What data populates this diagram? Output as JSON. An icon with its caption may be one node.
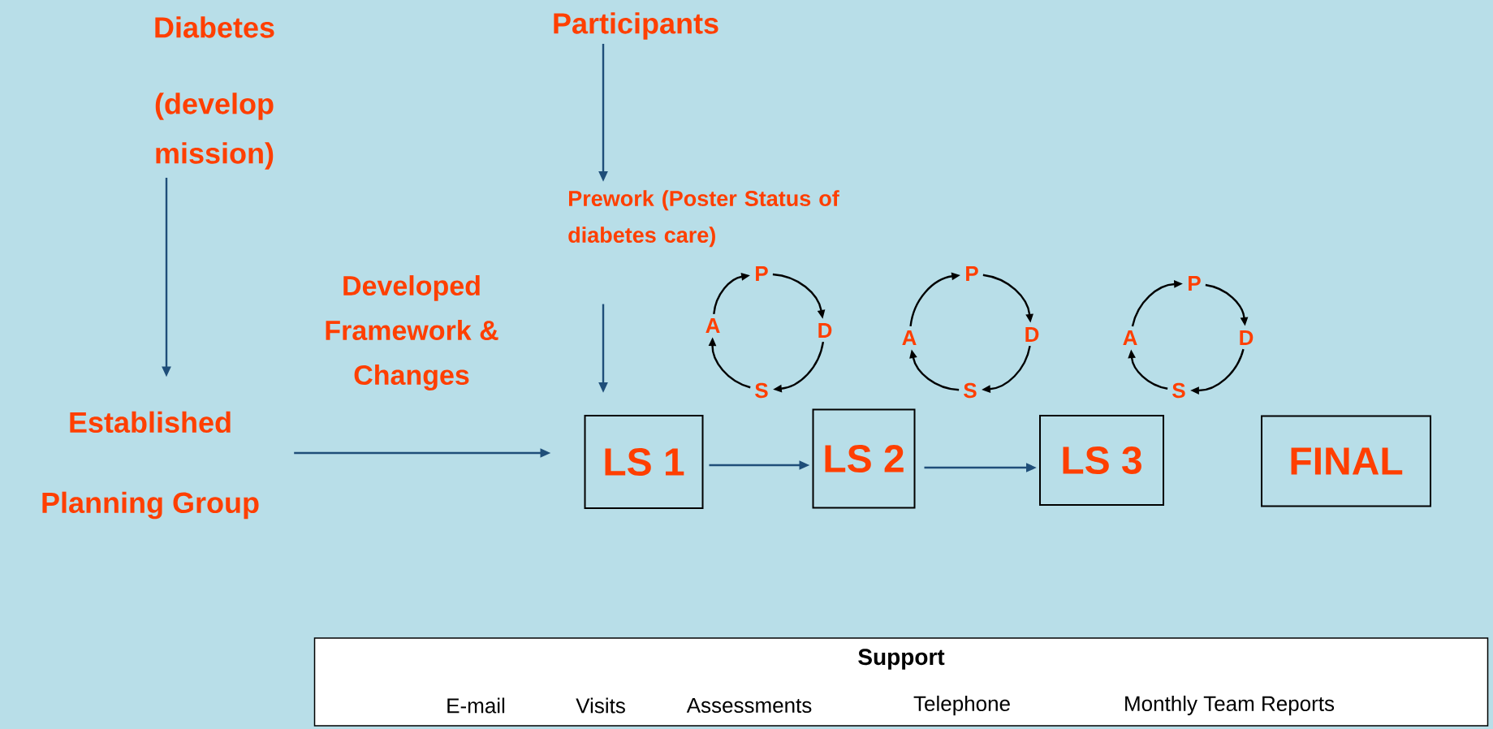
{
  "diagram": {
    "nodes": [
      {
        "text": [
          "Diabetes",
          "(develop mission)"
        ]
      },
      {
        "text": [
          "Established Planning Group"
        ]
      },
      {
        "text": [
          "Participants"
        ]
      },
      {
        "text": [
          "Prework (Poster Status of diabetes care)"
        ]
      },
      {
        "text": [
          "LS 1"
        ]
      },
      {
        "text": [
          "LS 2"
        ]
      },
      {
        "text": [
          "LS 3"
        ]
      },
      {
        "text": [
          "FINAL"
        ]
      },
      {
        "text": [
          "P"
        ]
      },
      {
        "text": [
          "D"
        ]
      },
      {
        "text": [
          "S"
        ]
      },
      {
        "text": [
          "A"
        ]
      },
      {
        "text": [
          "P"
        ]
      },
      {
        "text": [
          "D"
        ]
      },
      {
        "text": [
          "S"
        ]
      },
      {
        "text": [
          "A"
        ]
      },
      {
        "text": [
          "P"
        ]
      },
      {
        "text": [
          "D"
        ]
      },
      {
        "text": [
          "S"
        ]
      },
      {
        "text": [
          "A"
        ]
      },
      {
        "text": [
          "Support",
          "E-mail",
          "Visits",
          "Assessments",
          "Telephone",
          "Monthly Team Reports"
        ]
      }
    ],
    "edges": [
      {
        "from": 0,
        "to": 1,
        "arrow": "to",
        "color": "#1f4e79"
      },
      {
        "from": 1,
        "to": 4,
        "arrow": "to",
        "label": "Developed Framework & Changes",
        "color": "#1f4e79"
      },
      {
        "from": 2,
        "to": 3,
        "arrow": "to",
        "color": "#1f4e79"
      },
      {
        "from": 3,
        "to": 4,
        "arrow": "to",
        "color": "#1f4e79"
      },
      {
        "from": 4,
        "to": 5,
        "arrow": "to",
        "color": "#1f4e79"
      },
      {
        "from": 5,
        "to": 6,
        "arrow": "to",
        "color": "#1f4e79"
      },
      {
        "from": 8,
        "to": 9,
        "arrow": "to"
      },
      {
        "from": 9,
        "to": 10,
        "arrow": "to"
      },
      {
        "from": 10,
        "to": 11,
        "arrow": "to"
      },
      {
        "from": 11,
        "to": 8,
        "arrow": "to"
      },
      {
        "from": 12,
        "to": 13,
        "arrow": "to"
      },
      {
        "from": 13,
        "to": 14,
        "arrow": "to"
      },
      {
        "from": 14,
        "to": 15,
        "arrow": "to"
      },
      {
        "from": 15,
        "to": 12,
        "arrow": "to"
      },
      {
        "from": 16,
        "to": 17,
        "arrow": "to"
      },
      {
        "from": 17,
        "to": 18,
        "arrow": "to"
      },
      {
        "from": 18,
        "to": 19,
        "arrow": "to"
      },
      {
        "from": 19,
        "to": 16,
        "arrow": "to"
      }
    ]
  }
}
